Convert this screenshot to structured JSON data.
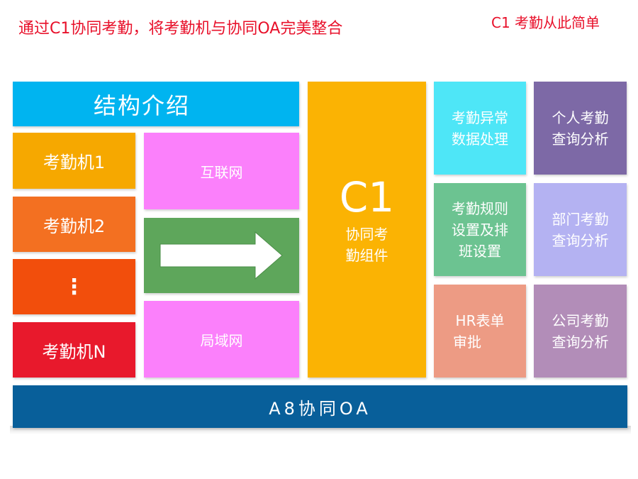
{
  "header": {
    "headline": "通过C1协同考勤，将考勤机与协同OA完美整合",
    "tagline": "C1 考勤从此简单"
  },
  "diagram": {
    "structure_title": "结构介绍",
    "devices": [
      "考勤机1",
      "考勤机2",
      "⋮",
      "考勤机N"
    ],
    "networks": {
      "internet": "互联网",
      "lan": "局域网"
    },
    "core": {
      "name": "C1",
      "line1": "协同考",
      "line2": "勤组件"
    },
    "functions": {
      "abnormal_line1": "考勤异常",
      "abnormal_line2": "数据处理",
      "personal_line1": "个人考勤",
      "personal_line2": "查询分析",
      "rules_line1": "考勤规则",
      "rules_line2": "设置及排",
      "rules_line3": "班设置",
      "dept_line1": "部门考勤",
      "dept_line2": "查询分析",
      "hr_line1": "HR表单",
      "hr_line2": "审批",
      "company_line1": "公司考勤",
      "company_line2": "查询分析"
    },
    "platform": "A8协同OA",
    "colors": {
      "structure": "#00b4f0",
      "device1": "#f6a800",
      "device2": "#f37021",
      "device3": "#f24e0c",
      "deviceN": "#e8192c",
      "network": "#fb80fb",
      "arrow_bg": "#5ea65b",
      "core": "#fbb303",
      "cyan": "#4ee6f7",
      "purple_dark": "#7d69a6",
      "green": "#6cc391",
      "lavender": "#b4b2f2",
      "salmon": "#ed9b84",
      "mauve": "#b28db8",
      "platform": "#085f9a"
    }
  }
}
